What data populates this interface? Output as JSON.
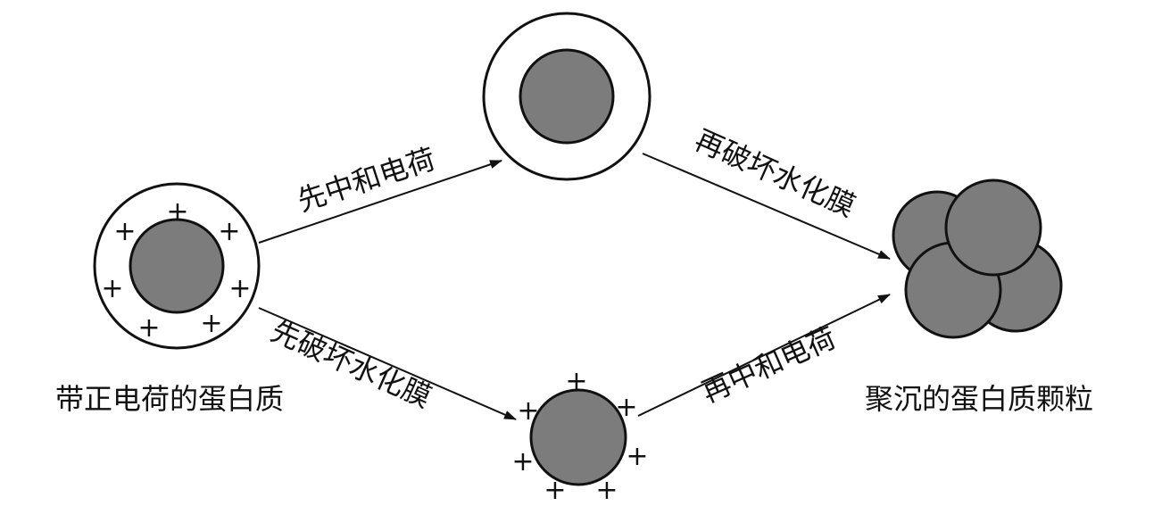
{
  "labels": {
    "start": "带正电荷的蛋白质",
    "end": "聚沉的蛋白质颗粒",
    "upper_step1": "先中和电荷",
    "upper_step2": "再破坏水化膜",
    "lower_step1": "先破坏水化膜",
    "lower_step2": "再中和电荷"
  },
  "symbols": {
    "positive_charge": "+"
  },
  "colors": {
    "protein_core": "#7c7c7c",
    "hydration_shell": "#ffffff",
    "line": "#111111"
  }
}
